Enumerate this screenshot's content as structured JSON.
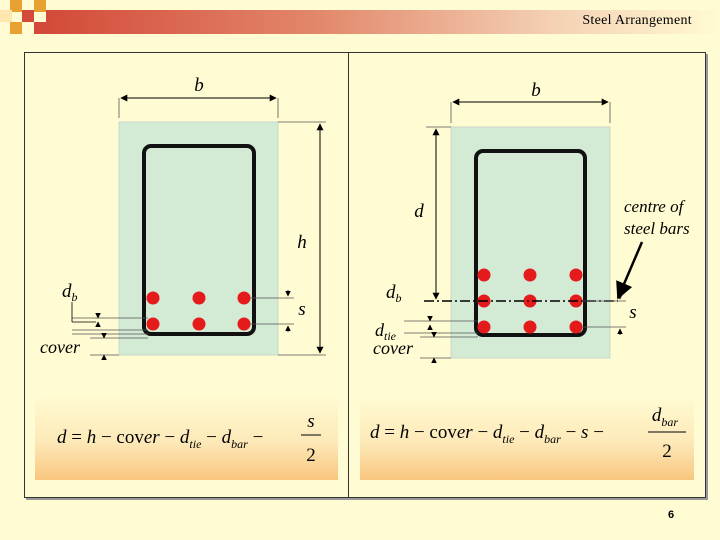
{
  "slide": {
    "title": "Steel Arrangement",
    "page_number": "6"
  },
  "left_diagram": {
    "width_label": "b",
    "height_label": "h",
    "bar_dia_label": "db",
    "spacing_label": "s",
    "cover_label": "cover"
  },
  "right_diagram": {
    "width_label": "b",
    "depth_label": "d",
    "bar_dia_label": "db",
    "spacing_label": "s",
    "tie_label": "dtie",
    "cover_label": "cover",
    "centroid_note_line1": "centre of",
    "centroid_note_line2": "steel bars"
  },
  "formula_left": {
    "text": "d = h − cover − d_tie − d_bar − s/2"
  },
  "formula_right": {
    "text": "d = h − cover − d_tie − d_bar − s − d_bar/2"
  },
  "colors": {
    "section_fill": "#d3ead5",
    "section_border": "#c8d8c8",
    "stirrup": "#111111",
    "rebar": "#e51b1b",
    "header_red": "#d34a3a",
    "header_orange": "#e8a030"
  }
}
